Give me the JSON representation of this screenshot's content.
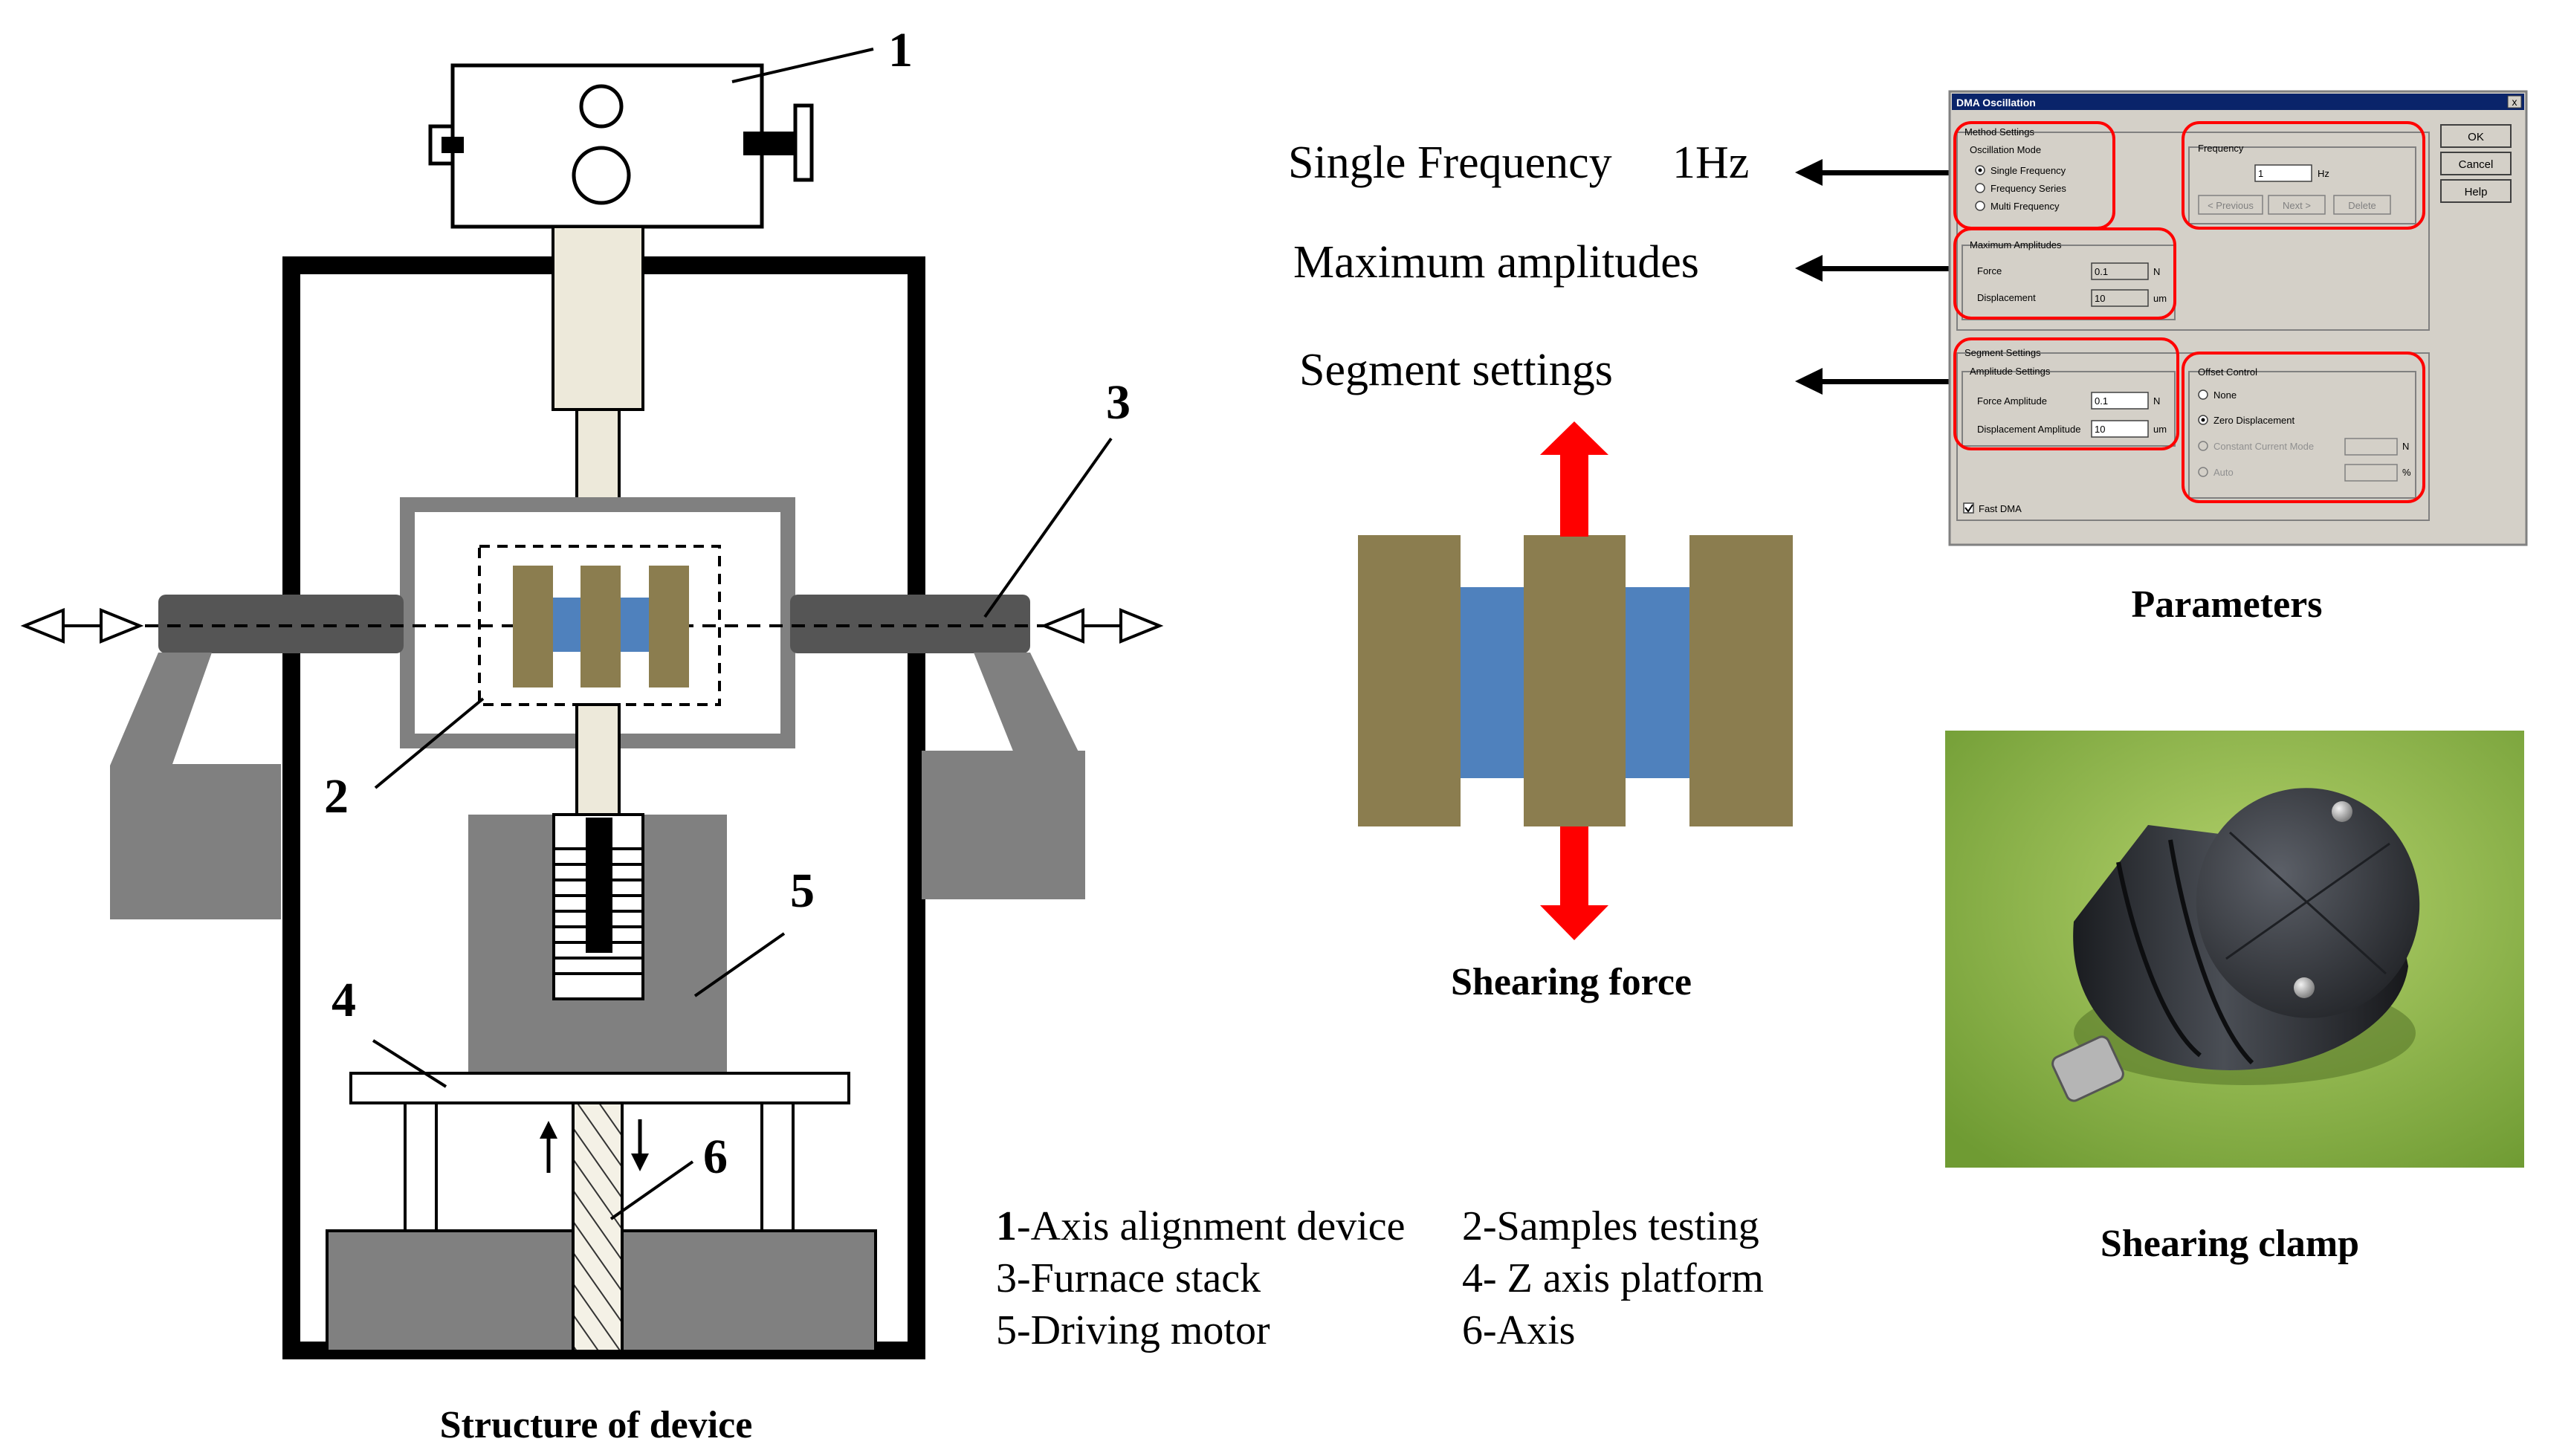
{
  "device": {
    "callouts": [
      "1",
      "2",
      "3",
      "4",
      "5",
      "6"
    ],
    "caption": "Structure of device"
  },
  "legend": {
    "items": [
      {
        "num": "1",
        "text": "-Axis alignment device"
      },
      {
        "num": "2",
        "text": "-Samples testing"
      },
      {
        "num": "3",
        "text": "-Furnace stack"
      },
      {
        "num": "4",
        "text": "- Z axis platform"
      },
      {
        "num": "5",
        "text": "-Driving motor"
      },
      {
        "num": "6",
        "text": "-Axis"
      }
    ]
  },
  "annotations": {
    "single_frequency": "Single Frequency",
    "single_frequency_value": "1Hz",
    "maximum_amplitudes": "Maximum  amplitudes",
    "segment_settings": "Segment  settings"
  },
  "shear": {
    "caption": "Shearing force"
  },
  "dialog": {
    "title": "DMA Oscillation",
    "close_glyph": "x",
    "buttons": {
      "ok": "OK",
      "cancel": "Cancel",
      "help": "Help"
    },
    "method_settings": {
      "group_label": "Method Settings",
      "mode_label": "Oscillation Mode",
      "options": [
        "Single Frequency",
        "Frequency Series",
        "Multi Frequency"
      ]
    },
    "frequency": {
      "group_label": "Frequency",
      "value": "1",
      "unit": "Hz",
      "buttons": [
        "< Previous",
        "Next >",
        "Delete"
      ]
    },
    "maximum_amplitudes": {
      "group_label": "Maximum Amplitudes",
      "force_label": "Force",
      "force_value": "0.1",
      "force_unit": "N",
      "displacement_label": "Displacement",
      "displacement_value": "10",
      "displacement_unit": "um"
    },
    "segment_settings": {
      "group_label": "Segment Settings",
      "sub_label": "Amplitude Settings",
      "force_label": "Force Amplitude",
      "force_value": "0.1",
      "force_unit": "N",
      "displacement_label": "Displacement Amplitude",
      "displacement_value": "10",
      "displacement_unit": "um"
    },
    "offset_control": {
      "group_label": "Offset Control",
      "options": [
        "None",
        "Zero Displacement",
        "Constant Current Mode",
        "Auto"
      ],
      "unit_n": "N",
      "unit_pct": "%"
    },
    "fast_dma": "Fast DMA"
  },
  "parameters_caption": "Parameters",
  "clamp_caption": "Shearing clamp",
  "colors": {
    "olive": "#8b7d4f",
    "blue": "#4f81bd",
    "dark_gray": "#555555",
    "mid_gray": "#808080",
    "light_gray": "#a6a6a6",
    "cream": "#ede9da",
    "red": "#ff0000",
    "dialog_bg": "#d4d0c8",
    "title_bar": "#0a246a",
    "photo_green": "#8fb545"
  }
}
